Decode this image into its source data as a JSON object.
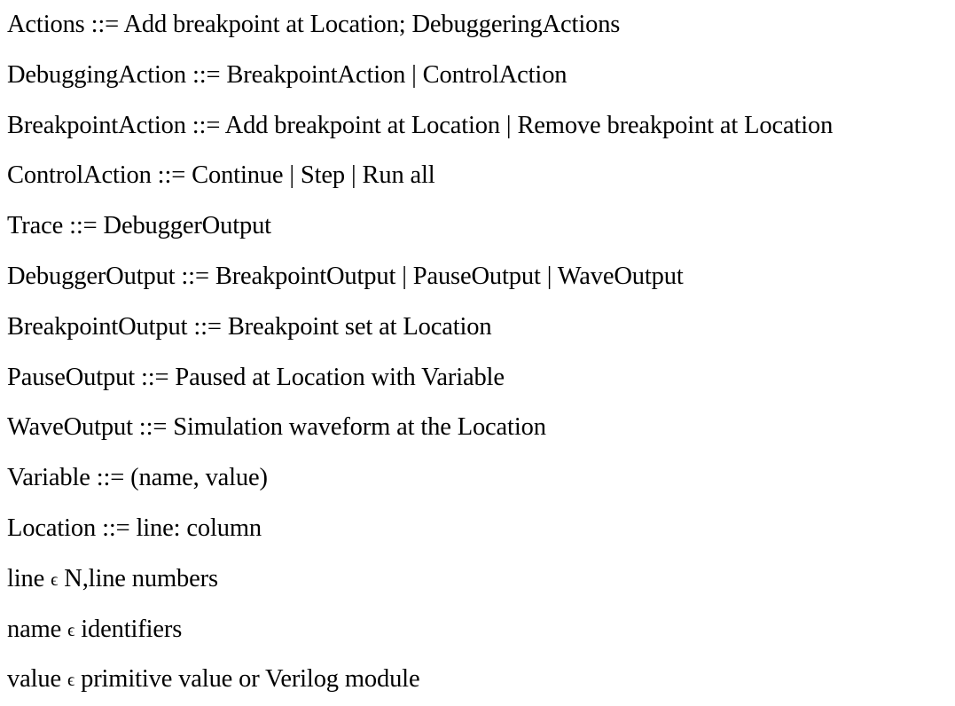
{
  "grammar": {
    "rules": [
      "Actions ::= Add breakpoint at Location; DebuggeringActions",
      "DebuggingAction ::= BreakpointAction | ControlAction",
      "BreakpointAction ::= Add breakpoint at Location | Remove breakpoint at Location",
      "ControlAction ::= Continue | Step | Run all",
      "Trace ::= DebuggerOutput",
      "DebuggerOutput ::= BreakpointOutput | PauseOutput | WaveOutput",
      "BreakpointOutput ::= Breakpoint set at Location",
      "PauseOutput ::= Paused at Location with Variable",
      "WaveOutput ::= Simulation waveform at the Location",
      "Variable ::= (name, value)",
      "Location ::= line: column"
    ],
    "definitions": [
      {
        "term": "line",
        "symbol": "ϵ",
        "set": "N,line numbers"
      },
      {
        "term": "name",
        "symbol": "ϵ",
        "set": "identifiers"
      },
      {
        "term": "value",
        "symbol": "ϵ",
        "set": "primitive value or Verilog module"
      }
    ]
  }
}
